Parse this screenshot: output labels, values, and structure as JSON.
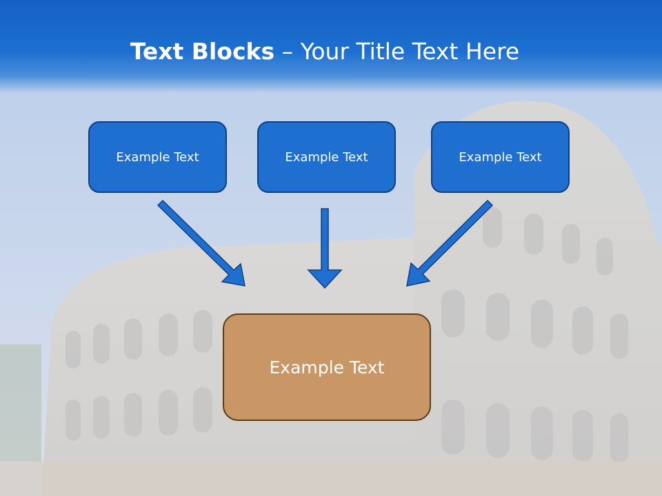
{
  "title": {
    "bold": "Text Blocks",
    "dash": " – ",
    "rest": "Your Title Text Here"
  },
  "blocks": [
    {
      "label": "Example Text"
    },
    {
      "label": "Example Text"
    },
    {
      "label": "Example Text"
    }
  ],
  "target": {
    "label": "Example Text"
  },
  "colors": {
    "title_band": "#1561c3",
    "block_fill": "#1e6fd0",
    "block_border": "#0f3f80",
    "target_fill": "#c99765",
    "target_border": "#5e3a15",
    "arrow_fill": "#1e6fd0"
  }
}
